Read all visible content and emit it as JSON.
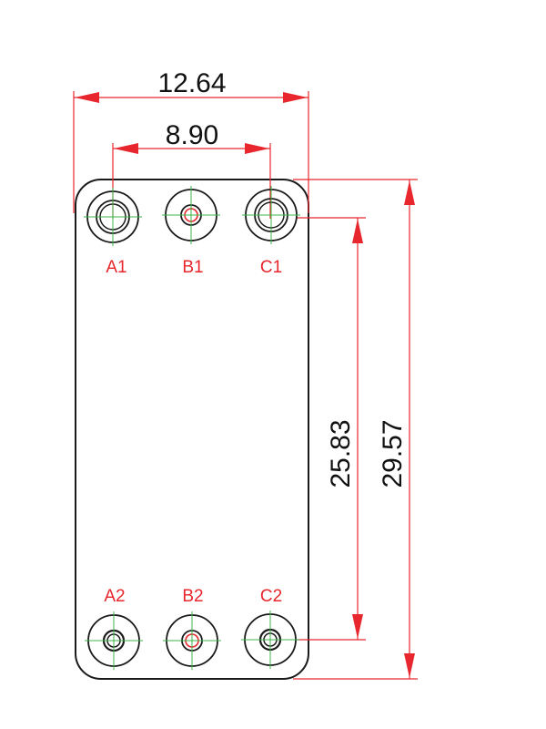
{
  "dimensions": {
    "overall_width": "12.64",
    "port_spacing": "8.90",
    "port_center_height": "25.83",
    "overall_height": "29.57"
  },
  "ports": {
    "a1": "A1",
    "b1": "B1",
    "c1": "C1",
    "a2": "A2",
    "b2": "B2",
    "c2": "C2"
  },
  "colors": {
    "dimension_line": "#e8262d",
    "outline": "#1a1a1a",
    "centerline": "#3cb44a",
    "inner_port_ring": "#e8262d",
    "port_label": "#e8262d"
  }
}
